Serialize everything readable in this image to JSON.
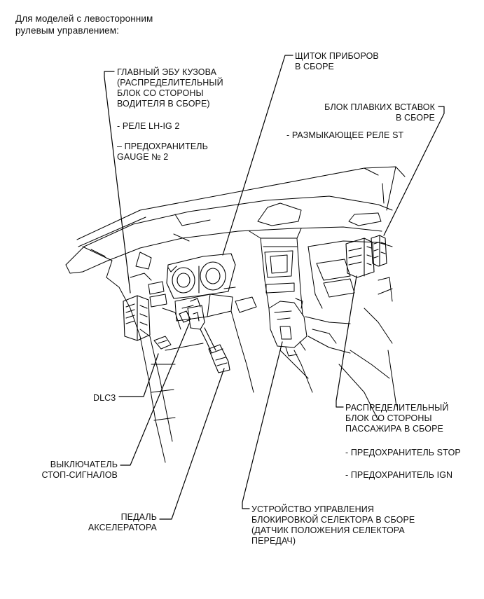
{
  "header": "Для моделей с левосторонним\nрулевым управлением:",
  "labels": {
    "main_body_ecu": "ГЛАВНЫЙ ЭБУ КУЗОВА\n(РАСПРЕДЕЛИТЕЛЬНЫЙ\nБЛОК СО СТОРОНЫ\nВОДИТЕЛЯ В СБОРЕ)",
    "relay_lh_ig2": "- РЕЛЕ LH-IG 2",
    "fuse_gauge2": "– ПРЕДОХРАНИТЕЛЬ\nGAUGE № 2",
    "combination_meter": "ЩИТОК ПРИБОРОВ\nВ СБОРЕ",
    "fuse_block": "БЛОК ПЛАВКИХ ВСТАВОК\nВ СБОРЕ",
    "st_relay": "- РАЗМЫКАЮЩЕЕ РЕЛЕ ST",
    "dlc3": "DLC3",
    "passenger_jb": "РАСПРЕДЕЛИТЕЛЬНЫЙ\nБЛОК СО СТОРОНЫ\nПАССАЖИРА В СБОРЕ",
    "fuse_stop": "- ПРЕДОХРАНИТЕЛЬ STOP",
    "fuse_ign": "- ПРЕДОХРАНИТЕЛЬ IGN",
    "stop_light_switch": "ВЫКЛЮЧАТЕЛЬ\nСТОП-СИГНАЛОВ",
    "accelerator_pedal": "ПЕДАЛЬ\nАКСЕЛЕРАТОРА",
    "shift_lock": "УСТРОЙСТВО УПРАВЛЕНИЯ\nБЛОКИРОВКОЙ СЕЛЕКТОРА В СБОРЕ\n(ДАТЧИК ПОЛОЖЕНИЯ СЕЛЕКТОРА\nПЕРЕДАЧ)"
  }
}
